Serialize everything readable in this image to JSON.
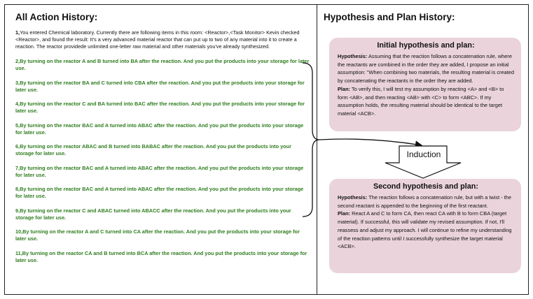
{
  "left_panel": {
    "title": "All Action History:",
    "first_entry": {
      "number": "1,",
      "text": "You entered Chemical laboratory. Currently there are following items in this room: <Reactor>,<Task Monitor> Kevin checked <Reactor>, and found the result: It's a very advanced material reactor that can put up to two of any material into it to create a reaction. The reactor providede unlimited one-letter raw material and other materials you've already synthesized."
    },
    "actions": [
      "2,By turning on the reactor A and B turned into BA after the reaction. And you put the products into your storage for later use.",
      "3,By turning on the reactor BA and C turned into CBA after the reaction. And you put the products into your storage for later use.",
      "4,By turning on the reactor C and BA turned into BAC after the reaction. And you put the products into your storage for later use.",
      "5,By turning on the reactor BAC and A turned into ABAC after the reaction. And you put the products into your storage for later use.",
      "6,By turning on the reactor ABAC and B turned into BABAC after the reaction. And you put the products into your storage for later use.",
      "7,By turning on the reactor BAC and A turned into ABAC after the reaction. And you put the products into your storage for later use.",
      "8,By turning on the reactor BAC and A turned into ABAC after the reaction. And you put the products into your storage for later use.",
      "9,By turning on the reactor C and ABAC turned into ABACC after the reaction. And you put the products into your storage for later use.",
      "10,By turning on the reactor A and C turned into CA after the reaction. And you put the products into your storage for later use.",
      "11,By turning on the reactor CA and B turned into BCA after the reaction. And you put the products into your storage for later use."
    ]
  },
  "right_panel": {
    "title": "Hypothesis and Plan History:",
    "initial": {
      "title": "Initial hypothesis and plan:",
      "hypothesis_label": "Hypothesis:",
      "hypothesis": " Assuming that the reaction follows a concatenation rule, where the reactants are combined in the order they are added, I propose an initial assumption: \"When combining two materials, the resulting material is created by concatenating the reactants in the order they are added.",
      "plan_label": "Plan:",
      "plan": "  To verify this, I will test my assumption by reacting <A> and <B> to form <AB>, and then reacting <AB> with <C> to form <ABC>. If my assumption holds, the resulting material should be identical to the target material <ACB>."
    },
    "induction_label": "Induction",
    "second": {
      "title": "Second hypothesis and plan:",
      "hypothesis_label": "Hypothesis:",
      "hypothesis": " The reaction follows a concatenation rule, but with a twist - the second reactant is appended to the beginning of the first reactant.",
      "plan_label": "Plan:",
      "plan": " React A and C to form CA, then react CA with B to form CBA (target material). If successful, this will validate my revised assumption. If not, I'll reassess and adjust my approach. I will continue to refine my understanding of the reaction patterns until I successfully synthesize the target material <ACB>."
    }
  },
  "colors": {
    "action_text": "#2e7d1e",
    "box_fill": "#ead3db",
    "border": "#222222"
  }
}
